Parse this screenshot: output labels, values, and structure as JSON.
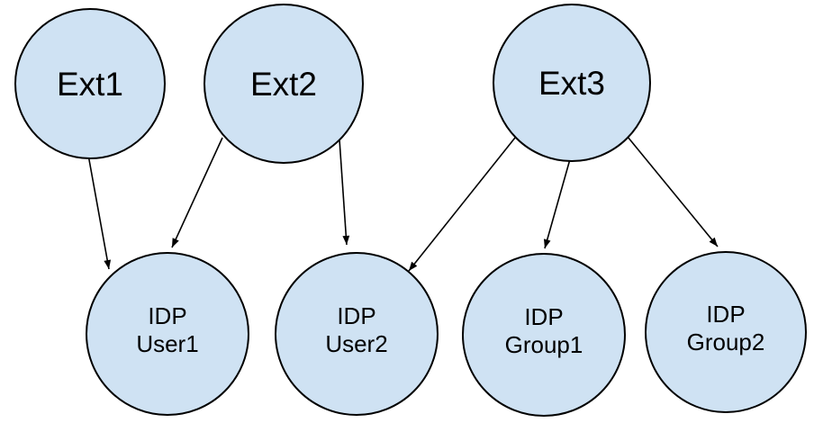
{
  "diagram": {
    "title": "",
    "style": {
      "background": "#ffffff",
      "node_fill": "#cfe2f3",
      "node_stroke": "#000000",
      "edge_color": "#000000",
      "text_color": "#000000"
    },
    "nodes": [
      {
        "id": "ext1",
        "lines": [
          "Ext1"
        ]
      },
      {
        "id": "ext2",
        "lines": [
          "Ext2"
        ]
      },
      {
        "id": "ext3",
        "lines": [
          "Ext3"
        ]
      },
      {
        "id": "idp-user1",
        "lines": [
          "IDP",
          "User1"
        ]
      },
      {
        "id": "idp-user2",
        "lines": [
          "IDP",
          "User2"
        ]
      },
      {
        "id": "idp-group1",
        "lines": [
          "IDP",
          "Group1"
        ]
      },
      {
        "id": "idp-group2",
        "lines": [
          "IDP",
          "Group2"
        ]
      }
    ],
    "edges": [
      {
        "from": "ext1",
        "to": "idp-user1"
      },
      {
        "from": "ext2",
        "to": "idp-user1"
      },
      {
        "from": "ext2",
        "to": "idp-user2"
      },
      {
        "from": "ext3",
        "to": "idp-user2"
      },
      {
        "from": "ext3",
        "to": "idp-group1"
      },
      {
        "from": "ext3",
        "to": "idp-group2"
      }
    ]
  }
}
